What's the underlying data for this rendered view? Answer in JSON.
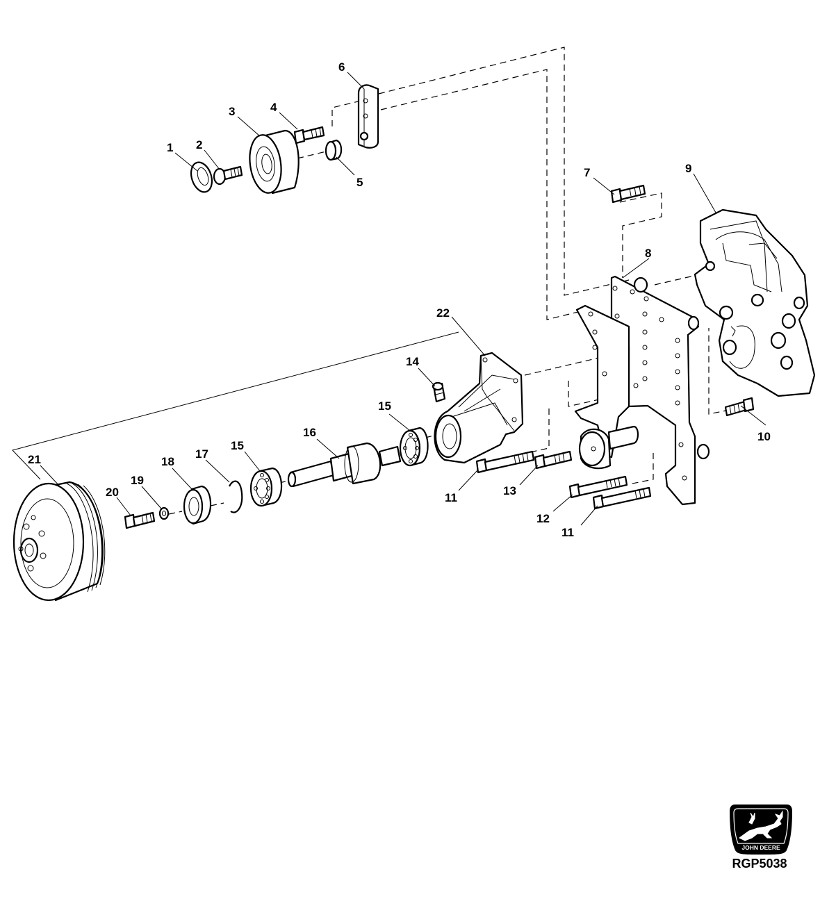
{
  "figure": {
    "reference_code": "RGP5038",
    "logo_text": "JOHN DEERE"
  },
  "callouts": {
    "c1": "1",
    "c2": "2",
    "c3": "3",
    "c4": "4",
    "c5": "5",
    "c6": "6",
    "c7": "7",
    "c8": "8",
    "c9": "9",
    "c10": "10",
    "c11a": "11",
    "c11b": "11",
    "c12": "12",
    "c13": "13",
    "c14": "14",
    "c15a": "15",
    "c15b": "15",
    "c16": "16",
    "c17": "17",
    "c18": "18",
    "c19": "19",
    "c20": "20",
    "c21": "21",
    "c22": "22"
  }
}
